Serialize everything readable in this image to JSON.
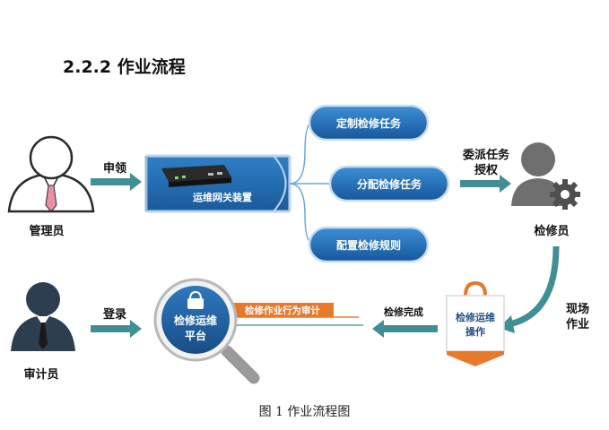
{
  "section": {
    "number": "2.2.2",
    "title": "作业流程"
  },
  "caption": "图 1 作业流程图",
  "actors": {
    "admin": "管理员",
    "inspector": "检修员",
    "auditor": "审计员"
  },
  "device": {
    "label": "运维网关装置"
  },
  "tasks": [
    "定制检修任务",
    "分配检修任务",
    "配置检修规则"
  ],
  "flows": {
    "apply": "申领",
    "assign_line1": "委派任务",
    "assign_line2": "授权",
    "field_line1": "现场",
    "field_line2": "作业",
    "done": "检修完成",
    "login": "登录",
    "audit": "检修作业行为审计"
  },
  "platform": {
    "line1": "检修运维",
    "line2": "平台"
  },
  "operation": {
    "line1": "检修运维",
    "line2": "操作"
  },
  "colors": {
    "teal_arrow": "#3f8f95",
    "bubble_blue": "#1d6fb8",
    "platform_blue": "#1f5f9e",
    "audit_orange": "#e8792b",
    "person_dark": "#2c3e50",
    "tie_pink": "#e88fa6",
    "gray_figure": "#666666"
  }
}
